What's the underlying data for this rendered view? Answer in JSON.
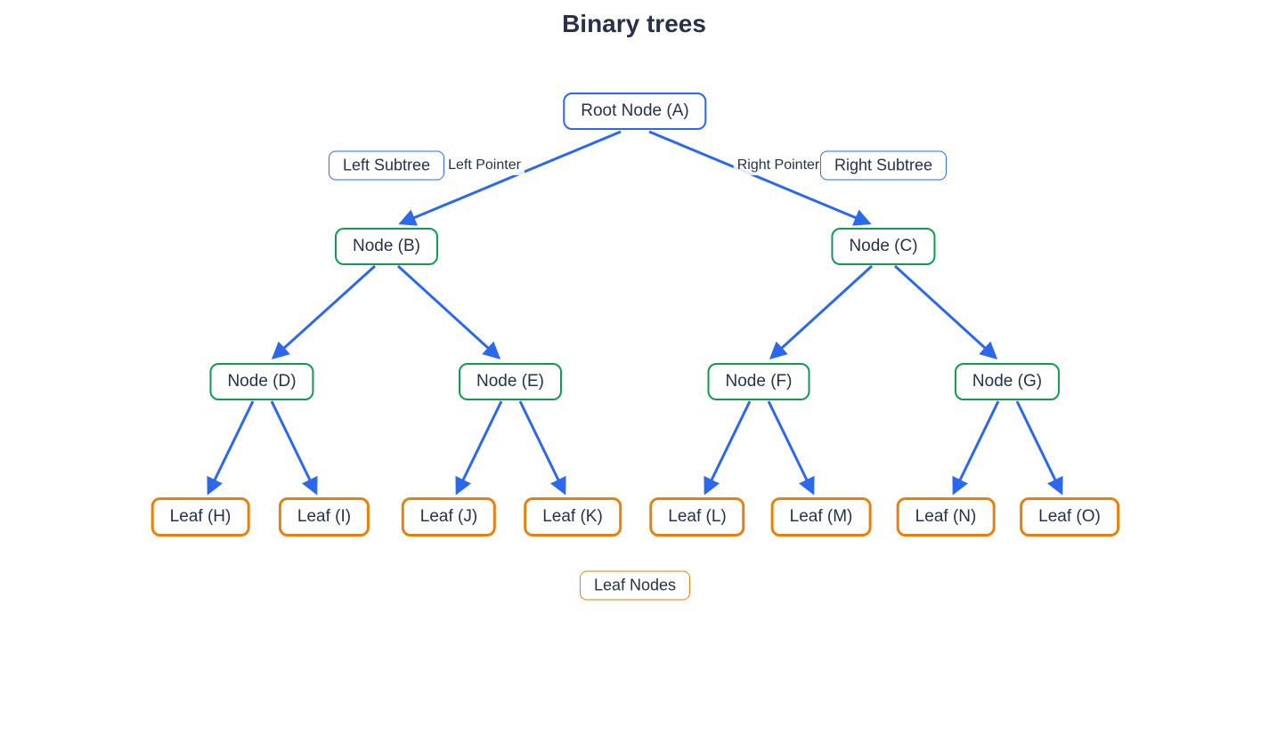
{
  "title": "Binary trees",
  "diagram": {
    "type": "binary-tree-flowchart",
    "nodes": [
      {
        "id": "A",
        "label": "Root Node (A)",
        "type": "root"
      },
      {
        "id": "B",
        "label": "Node (B)",
        "type": "internal"
      },
      {
        "id": "C",
        "label": "Node (C)",
        "type": "internal"
      },
      {
        "id": "D",
        "label": "Node (D)",
        "type": "internal"
      },
      {
        "id": "E",
        "label": "Node (E)",
        "type": "internal"
      },
      {
        "id": "F",
        "label": "Node (F)",
        "type": "internal"
      },
      {
        "id": "G",
        "label": "Node (G)",
        "type": "internal"
      },
      {
        "id": "H",
        "label": "Leaf (H)",
        "type": "leaf"
      },
      {
        "id": "I",
        "label": "Leaf (I)",
        "type": "leaf"
      },
      {
        "id": "J",
        "label": "Leaf (J)",
        "type": "leaf"
      },
      {
        "id": "K",
        "label": "Leaf (K)",
        "type": "leaf"
      },
      {
        "id": "L",
        "label": "Leaf (L)",
        "type": "leaf"
      },
      {
        "id": "M",
        "label": "Leaf (M)",
        "type": "leaf"
      },
      {
        "id": "N",
        "label": "Leaf (N)",
        "type": "leaf"
      },
      {
        "id": "O",
        "label": "Leaf (O)",
        "type": "leaf"
      }
    ],
    "edges": [
      {
        "from": "A",
        "to": "B",
        "label": "Left Pointer"
      },
      {
        "from": "A",
        "to": "C",
        "label": "Right Pointer"
      },
      {
        "from": "B",
        "to": "D",
        "label": ""
      },
      {
        "from": "B",
        "to": "E",
        "label": ""
      },
      {
        "from": "C",
        "to": "F",
        "label": ""
      },
      {
        "from": "C",
        "to": "G",
        "label": ""
      },
      {
        "from": "D",
        "to": "H",
        "label": ""
      },
      {
        "from": "D",
        "to": "I",
        "label": ""
      },
      {
        "from": "E",
        "to": "J",
        "label": ""
      },
      {
        "from": "E",
        "to": "K",
        "label": ""
      },
      {
        "from": "F",
        "to": "L",
        "label": ""
      },
      {
        "from": "F",
        "to": "M",
        "label": ""
      },
      {
        "from": "G",
        "to": "N",
        "label": ""
      },
      {
        "from": "G",
        "to": "O",
        "label": ""
      }
    ],
    "annotations": [
      {
        "id": "left-subtree",
        "label": "Left Subtree",
        "color": "blue"
      },
      {
        "id": "right-subtree",
        "label": "Right Subtree",
        "color": "blue"
      },
      {
        "id": "leaf-nodes",
        "label": "Leaf Nodes",
        "color": "orange"
      }
    ],
    "colors": {
      "edge": "#2c68ec",
      "root_border": "#2c68ec",
      "node_border": "#109a54",
      "leaf_border": "#e2820f",
      "text": "#26324a"
    }
  }
}
